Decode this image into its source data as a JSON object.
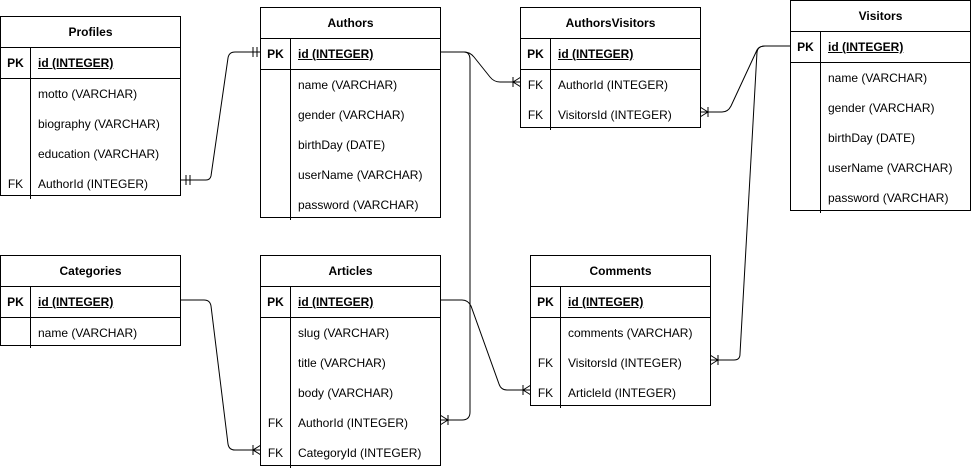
{
  "entities": {
    "profiles": {
      "title": "Profiles",
      "rows": [
        {
          "key": "PK",
          "field": "id (INTEGER)"
        },
        {
          "key": "",
          "field": "motto (VARCHAR)"
        },
        {
          "key": "",
          "field": "biography (VARCHAR)"
        },
        {
          "key": "",
          "field": "education (VARCHAR)"
        },
        {
          "key": "FK",
          "field": "AuthorId (INTEGER)"
        }
      ]
    },
    "authors": {
      "title": "Authors",
      "rows": [
        {
          "key": "PK",
          "field": "id (INTEGER)"
        },
        {
          "key": "",
          "field": "name (VARCHAR)"
        },
        {
          "key": "",
          "field": "gender (VARCHAR)"
        },
        {
          "key": "",
          "field": "birthDay (DATE)"
        },
        {
          "key": "",
          "field": "userName (VARCHAR)"
        },
        {
          "key": "",
          "field": "password (VARCHAR)"
        }
      ]
    },
    "authorsVisitors": {
      "title": "AuthorsVisitors",
      "rows": [
        {
          "key": "PK",
          "field": "id (INTEGER)"
        },
        {
          "key": "FK",
          "field": "AuthorId (INTEGER)"
        },
        {
          "key": "FK",
          "field": "VisitorsId (INTEGER)"
        }
      ]
    },
    "visitors": {
      "title": "Visitors",
      "rows": [
        {
          "key": "PK",
          "field": "id (INTEGER)"
        },
        {
          "key": "",
          "field": "name (VARCHAR)"
        },
        {
          "key": "",
          "field": "gender (VARCHAR)"
        },
        {
          "key": "",
          "field": "birthDay (DATE)"
        },
        {
          "key": "",
          "field": "userName (VARCHAR)"
        },
        {
          "key": "",
          "field": "password (VARCHAR)"
        }
      ]
    },
    "categories": {
      "title": "Categories",
      "rows": [
        {
          "key": "PK",
          "field": "id (INTEGER)"
        },
        {
          "key": "",
          "field": "name (VARCHAR)"
        }
      ]
    },
    "articles": {
      "title": "Articles",
      "rows": [
        {
          "key": "PK",
          "field": "id (INTEGER)"
        },
        {
          "key": "",
          "field": "slug (VARCHAR)"
        },
        {
          "key": "",
          "field": "title (VARCHAR)"
        },
        {
          "key": "",
          "field": "body (VARCHAR)"
        },
        {
          "key": "FK",
          "field": "AuthorId (INTEGER)"
        },
        {
          "key": "FK",
          "field": "CategoryId (INTEGER)"
        }
      ]
    },
    "comments": {
      "title": "Comments",
      "rows": [
        {
          "key": "PK",
          "field": "id (INTEGER)"
        },
        {
          "key": "",
          "field": "comments (VARCHAR)"
        },
        {
          "key": "FK",
          "field": "VisitorsId (INTEGER)"
        },
        {
          "key": "FK",
          "field": "ArticleId (INTEGER)"
        }
      ]
    }
  },
  "relationships": [
    {
      "from": "profiles.AuthorId",
      "to": "authors.id",
      "type": "one-to-one"
    },
    {
      "from": "authorsVisitors.AuthorId",
      "to": "authors.id",
      "type": "many-to-one"
    },
    {
      "from": "authorsVisitors.VisitorsId",
      "to": "visitors.id",
      "type": "many-to-one"
    },
    {
      "from": "articles.AuthorId",
      "to": "authors.id",
      "type": "many-to-one"
    },
    {
      "from": "articles.CategoryId",
      "to": "categories.id",
      "type": "many-to-one"
    },
    {
      "from": "comments.ArticleId",
      "to": "articles.id",
      "type": "many-to-one"
    },
    {
      "from": "comments.VisitorsId",
      "to": "visitors.id",
      "type": "many-to-one"
    }
  ],
  "colors": {
    "line": "#000000",
    "background": "#ffffff"
  }
}
